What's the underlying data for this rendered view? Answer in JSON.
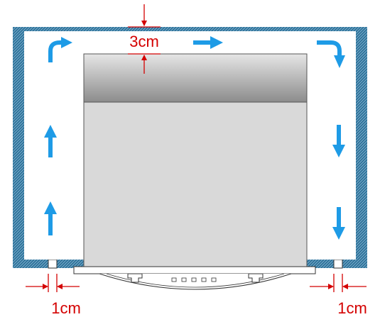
{
  "dimensions": {
    "top_gap": "3cm",
    "left_gap": "1cm",
    "right_gap": "1cm"
  },
  "colors": {
    "cabinet_wall": "#2a6f96",
    "cabinet_wall_hatch": "#7fb0cf",
    "cabinet_interior": "#ffffff",
    "appliance_body": "#d9d9d9",
    "appliance_top_light": "#e6e6e6",
    "appliance_top_dark": "#8c8c8c",
    "airflow_arrow": "#1e9be6",
    "dimension_marker": "#d40000",
    "outline": "#333333"
  },
  "airflow": {
    "left_side": "up",
    "top": "right",
    "right_side": "down"
  }
}
